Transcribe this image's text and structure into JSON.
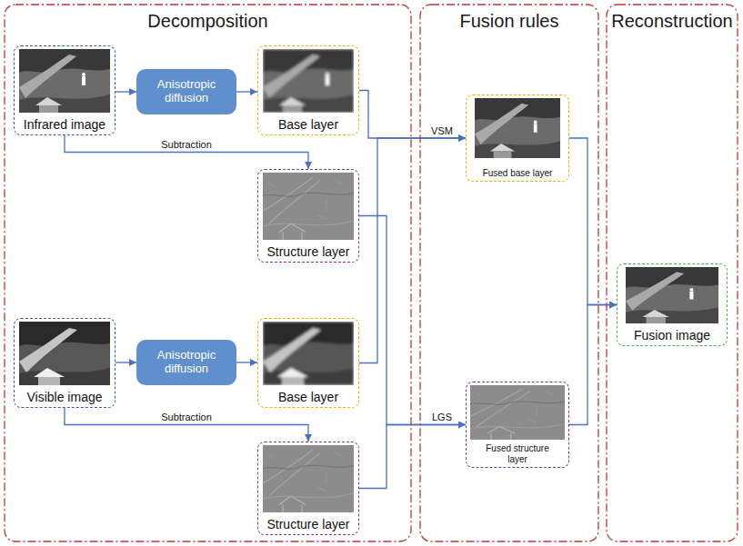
{
  "diagram": {
    "nodes": [
      {
        "text": [
          "Decomposition"
        ]
      },
      {
        "text": [
          "Fusion rules"
        ]
      },
      {
        "text": [
          "Reconstruction"
        ]
      },
      {
        "text": [
          "Infrared image"
        ],
        "in": 0
      },
      {
        "text": [
          "Anisotropic diffusion"
        ],
        "in": 0
      },
      {
        "text": [
          "Base layer"
        ],
        "in": 0
      },
      {
        "text": [
          "Structure layer"
        ],
        "in": 0
      },
      {
        "text": [
          "Visible image"
        ],
        "in": 0
      },
      {
        "text": [
          "Anisotropic diffusion"
        ],
        "in": 0
      },
      {
        "text": [
          "Base layer"
        ],
        "in": 0
      },
      {
        "text": [
          "Structure layer"
        ],
        "in": 0
      },
      {
        "text": [
          "Fused base layer"
        ],
        "in": 1
      },
      {
        "text": [
          "Fused structure layer"
        ],
        "in": 1
      },
      {
        "text": [
          "Fusion image"
        ],
        "in": 2
      }
    ],
    "edges": [
      {
        "from": 3,
        "to": 4,
        "arrow": "to"
      },
      {
        "from": 4,
        "to": 5,
        "arrow": "to"
      },
      {
        "from": 3,
        "to": 6,
        "label": "Subtraction",
        "arrow": "to"
      },
      {
        "from": 7,
        "to": 8,
        "arrow": "to"
      },
      {
        "from": 8,
        "to": 9,
        "arrow": "to"
      },
      {
        "from": 7,
        "to": 10,
        "label": "Subtraction",
        "arrow": "to"
      },
      {
        "from": 5,
        "to": 11,
        "label": "VSM",
        "arrow": "to"
      },
      {
        "from": 9,
        "to": 11,
        "arrow": "to"
      },
      {
        "from": 6,
        "to": 12,
        "label": "LGS",
        "arrow": "to"
      },
      {
        "from": 10,
        "to": 12,
        "arrow": "to"
      },
      {
        "from": 11,
        "to": 13,
        "arrow": "to"
      },
      {
        "from": 12,
        "to": 13,
        "arrow": "to"
      }
    ]
  }
}
